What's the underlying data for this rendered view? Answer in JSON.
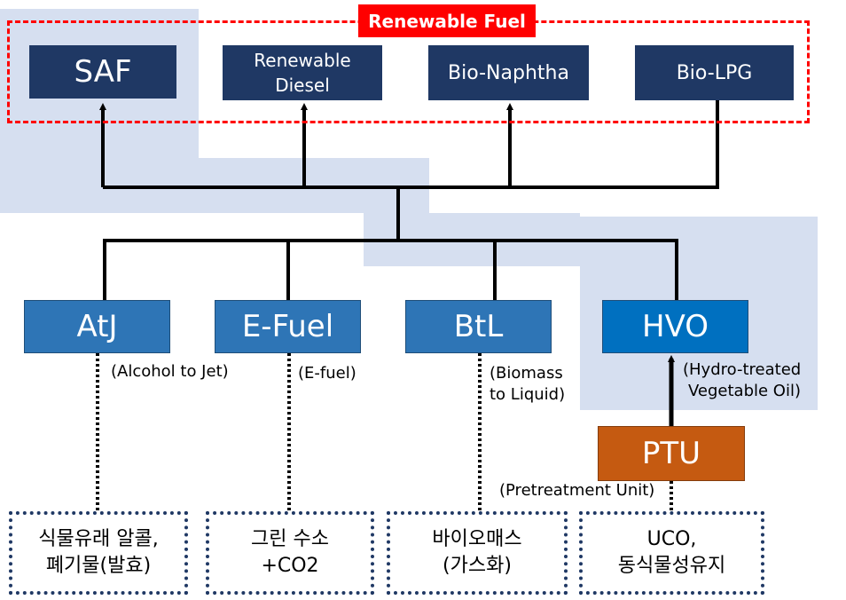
{
  "group_label": "Renewable Fuel",
  "fuels": [
    {
      "id": "saf",
      "lines": [
        "SAF"
      ]
    },
    {
      "id": "renewable-diesel",
      "lines": [
        "Renewable",
        "Diesel"
      ]
    },
    {
      "id": "bio-naphtha",
      "lines": [
        "Bio-Naphtha"
      ]
    },
    {
      "id": "bio-lpg",
      "lines": [
        "Bio-LPG"
      ]
    }
  ],
  "pathways": [
    {
      "id": "atj",
      "label": "AtJ",
      "note": [
        "(Alcohol to Jet)"
      ]
    },
    {
      "id": "e-fuel",
      "label": "E-Fuel",
      "note": [
        "(E-fuel)"
      ]
    },
    {
      "id": "btl",
      "label": "BtL",
      "note": [
        "(Biomass",
        "to Liquid)"
      ]
    },
    {
      "id": "hvo",
      "label": "HVO",
      "note": [
        "(Hydro-treated",
        "Vegetable Oil)"
      ]
    }
  ],
  "ptu": {
    "label": "PTU",
    "note": "(Pretreatment Unit)"
  },
  "sources": [
    {
      "id": "alcohol",
      "lines": [
        "식물유래 알콜,",
        "폐기물(발효)"
      ]
    },
    {
      "id": "hydrogen",
      "lines": [
        "그린 수소",
        "+CO2"
      ]
    },
    {
      "id": "biomass",
      "lines": [
        "바이오매스",
        "(가스화)"
      ]
    },
    {
      "id": "oil",
      "lines": [
        "UCO,",
        "동식물성유지"
      ]
    }
  ],
  "colors": {
    "fuel_box": "#1f3864",
    "pathway_box": "#2e75b6",
    "hvo_box": "#0070c0",
    "ptu_box": "#c55a11",
    "highlight": "#d6dff0",
    "group_border": "#ff0000"
  }
}
